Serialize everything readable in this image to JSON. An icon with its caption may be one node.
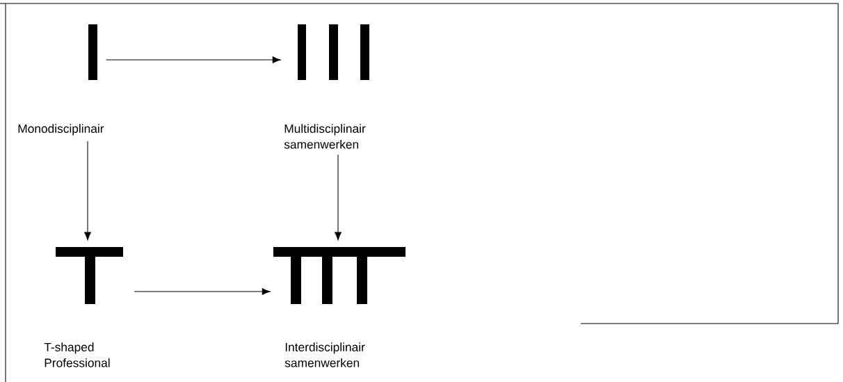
{
  "diagram": {
    "nodes": [
      {
        "text": [
          "Monodisciplinair"
        ]
      },
      {
        "text": [
          "Multidisciplinair samenwerken"
        ]
      },
      {
        "text": [
          "T-shaped Professional"
        ]
      },
      {
        "text": [
          "Interdisciplinair samenwerken"
        ]
      }
    ],
    "edges": [
      {
        "from": 0,
        "to": 1,
        "arrow": "to"
      },
      {
        "from": 0,
        "to": 2,
        "arrow": "to"
      },
      {
        "from": 1,
        "to": 3,
        "arrow": "to"
      },
      {
        "from": 2,
        "to": 3,
        "arrow": "to"
      }
    ]
  }
}
